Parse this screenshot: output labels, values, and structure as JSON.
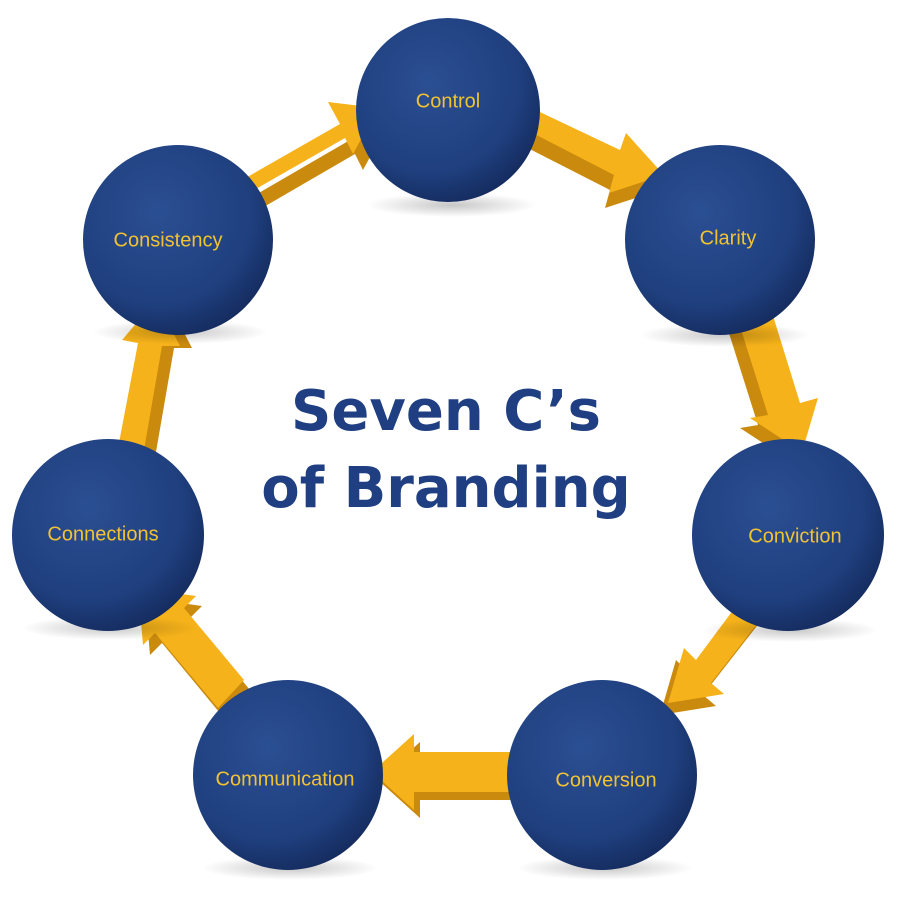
{
  "title": {
    "line1": "Seven C’s",
    "line2": "of Branding"
  },
  "colors": {
    "circle_fill": "#1f3f7e",
    "circle_dark": "#16306a",
    "label_color": "#f1c232",
    "arrow_fill": "#f5b21a",
    "arrow_shade": "#c98a0e",
    "title_color": "#1f3f82"
  },
  "nodes": [
    {
      "id": "control",
      "label": "Control"
    },
    {
      "id": "clarity",
      "label": "Clarity"
    },
    {
      "id": "conviction",
      "label": "Conviction"
    },
    {
      "id": "conversion",
      "label": "Conversion"
    },
    {
      "id": "communication",
      "label": "Communication"
    },
    {
      "id": "connections",
      "label": "Connections"
    },
    {
      "id": "consistency",
      "label": "Consistency"
    }
  ]
}
